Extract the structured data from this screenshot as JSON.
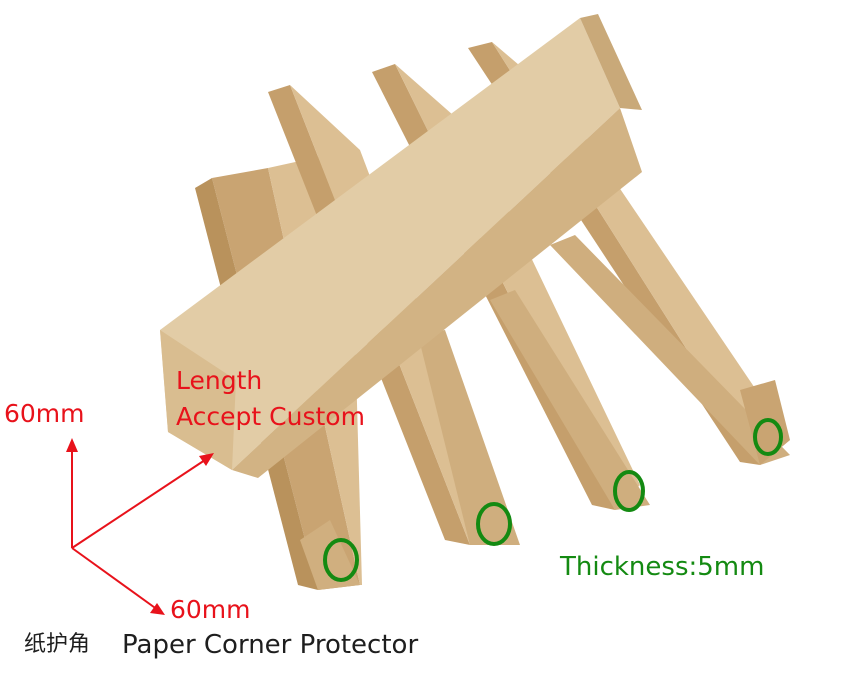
{
  "annotations": {
    "length_line1": "Length",
    "length_line2": "Accept Custom",
    "height_dimension": "60mm",
    "width_dimension": "60mm",
    "thickness": "Thickness:5mm"
  },
  "caption": {
    "chinese": "纸护角",
    "english": "Paper Corner Protector"
  },
  "colors": {
    "kraft_light": "#e0c9a4",
    "kraft_mid": "#d6b88a",
    "kraft_dark": "#b8955f",
    "annotation_red": "#e8121b",
    "annotation_green": "#148a12"
  }
}
